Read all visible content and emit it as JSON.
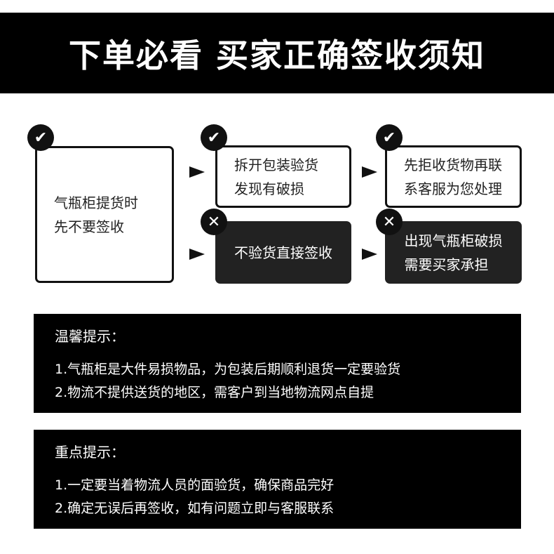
{
  "title": "下单必看  买家正确签收须知",
  "start": {
    "line1": "气瓶柜提货时",
    "line2": "先不要签收"
  },
  "good1": {
    "line1": "拆开包装验货",
    "line2": "发现有破损"
  },
  "good2": {
    "line1": "先拒收货物再联",
    "line2": "系客服为您处理"
  },
  "bad1": {
    "line1": "不验货直接签收"
  },
  "bad2": {
    "line1": "出现气瓶柜破损",
    "line2": "需要买家承担"
  },
  "icons": {
    "check": "✔",
    "cross": "✕"
  },
  "tips": {
    "title": "温馨提示：",
    "items": [
      "1.气瓶柜是大件易损物品，为包装后期顺利退货一定要验货",
      "2.物流不提供送货的地区，需客户到当地物流网点自提"
    ]
  },
  "key": {
    "title": "重点提示：",
    "items": [
      "1.一定要当着物流人员的面验货，确保商品完好",
      "2.确定无误后再签收，如有问题立即与客服联系"
    ]
  }
}
